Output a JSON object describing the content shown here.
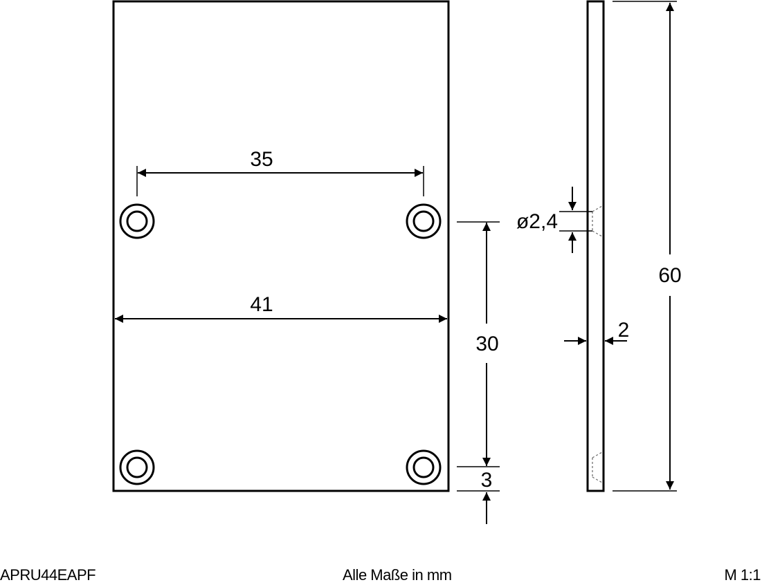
{
  "drawing": {
    "dimensions": {
      "hole_spacing_horizontal": "35",
      "plate_width": "41",
      "hole_spacing_vertical": "30",
      "hole_edge_offset": "3",
      "plate_height": "60",
      "plate_thickness": "2",
      "hole_diameter": "ø2,4"
    },
    "colors": {
      "line": "#000000",
      "hidden_line": "#666666",
      "background": "#ffffff"
    }
  },
  "footer": {
    "part_number": "APRU44EAPF",
    "units_note": "Alle Maße in mm",
    "scale": "M 1:1"
  }
}
